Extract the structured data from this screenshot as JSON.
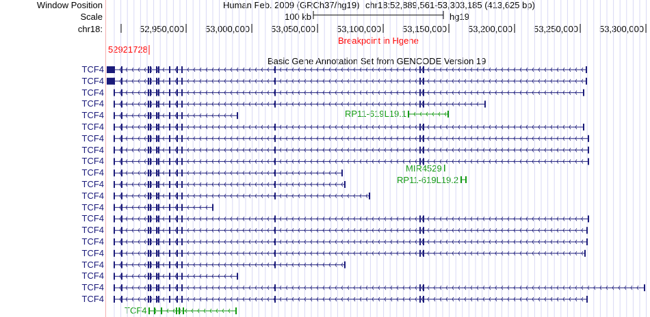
{
  "labels": {
    "window_position": "Window Position",
    "scale": "Scale",
    "chrom": "chr18:"
  },
  "header": {
    "assembly": "Human Feb. 2009 (GRCh37/hg19)",
    "position": "chr18:52,889,561-53,303,185 (413,625 bp)",
    "scale_label": "100 kb",
    "scale_db": "hg19"
  },
  "view": {
    "start": 52889561,
    "end": 53303185
  },
  "ticks": [
    {
      "pos": 52950000,
      "label": "52,950,000"
    },
    {
      "pos": 53000000,
      "label": "53,000,000"
    },
    {
      "pos": 53050000,
      "label": "53,050,000"
    },
    {
      "pos": 53100000,
      "label": "53,100,000"
    },
    {
      "pos": 53150000,
      "label": "53,150,000"
    },
    {
      "pos": 53200000,
      "label": "53,200,000"
    },
    {
      "pos": 53250000,
      "label": "53,250,000"
    },
    {
      "pos": 53300000,
      "label": "53,300,000"
    }
  ],
  "breakpoint": {
    "pos": 52921728,
    "label": "52921728",
    "caption": "Breakpoint in Hgene",
    "color": "#ff0000"
  },
  "track_title": "Basic Gene Annotation Set from GENCODE Version 19",
  "gene_color": "#1a1a7a",
  "tx_start": 52895290,
  "exons": [
    52901019,
    52921332,
    52922894,
    52927582,
    52929144,
    52937478,
    52943207,
    52946853,
    53017686,
    53128103,
    53130707
  ],
  "transcripts": [
    {
      "name": "TCF4",
      "end": 53254665,
      "utr": true
    },
    {
      "name": "TCF4",
      "end": 53254665,
      "utr": true
    },
    {
      "name": "TCF4",
      "end": 53252582
    },
    {
      "name": "TCF4",
      "end": 53177561
    },
    {
      "name": "TCF4",
      "end": 52989040
    },
    {
      "name": "TCF4",
      "end": 53252582
    },
    {
      "name": "TCF4",
      "end": 53256228
    },
    {
      "name": "TCF4",
      "end": 53256228
    },
    {
      "name": "TCF4",
      "end": 53256228
    },
    {
      "name": "TCF4",
      "end": 53068728
    },
    {
      "name": "TCF4",
      "end": 53070811
    },
    {
      "name": "TCF4",
      "end": 53089561
    },
    {
      "name": "TCF4",
      "end": 52970290
    },
    {
      "name": "TCF4",
      "end": 53256228
    },
    {
      "name": "TCF4",
      "end": 53255186
    },
    {
      "name": "TCF4",
      "end": 53255186
    },
    {
      "name": "TCF4",
      "end": 53253624
    },
    {
      "name": "TCF4",
      "end": 53070811
    },
    {
      "name": "TCF4",
      "end": 52989040
    },
    {
      "name": "TCF4",
      "end": 53298936
    },
    {
      "name": "TCF4",
      "end": 53255186
    }
  ],
  "other_genes": [
    {
      "name": "RP11-619L19.1",
      "color": "#119911"
    },
    {
      "name": "MIR4529",
      "color": "#119911"
    },
    {
      "name": "RP11-619L19.2",
      "color": "#119911"
    },
    {
      "name": "TCF4",
      "color": "#119911"
    }
  ]
}
